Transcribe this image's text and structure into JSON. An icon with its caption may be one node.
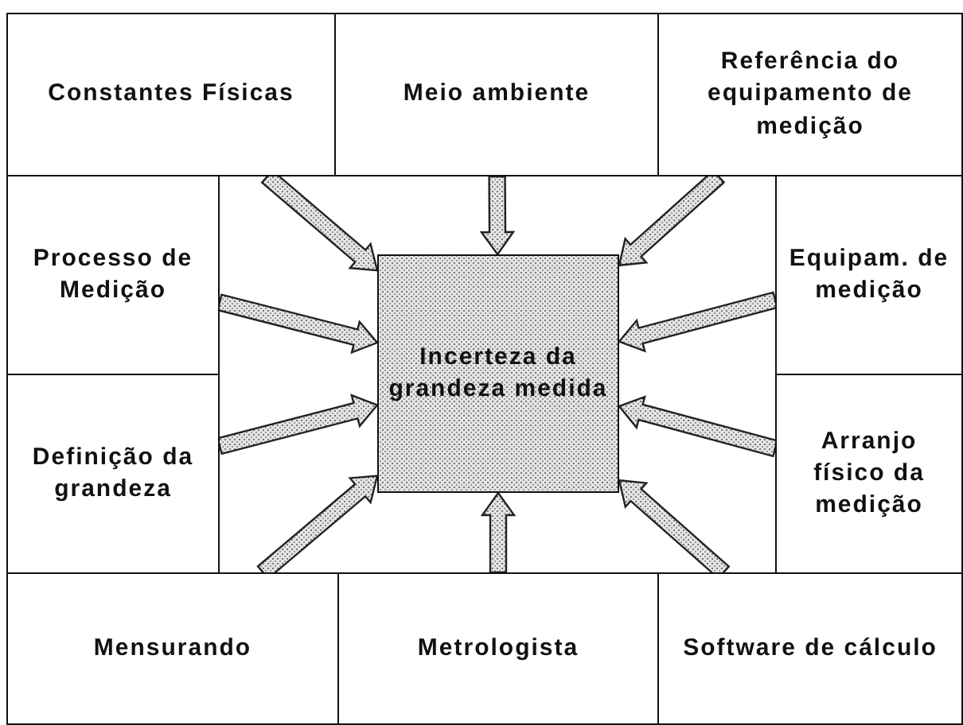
{
  "diagram": {
    "nodes": [
      {
        "text": [
          "Constantes Físicas"
        ]
      },
      {
        "text": [
          "Meio ambiente"
        ]
      },
      {
        "text": [
          "Referência do equipamento de medição"
        ]
      },
      {
        "text": [
          "Processo de Medição"
        ]
      },
      {
        "text": [
          "Incerteza da grandeza medida"
        ]
      },
      {
        "text": [
          "Equipam. de medição"
        ]
      },
      {
        "text": [
          "Definição da grandeza"
        ]
      },
      {
        "text": [
          "Arranjo físico da medição"
        ]
      },
      {
        "text": [
          "Mensurando"
        ]
      },
      {
        "text": [
          "Metrologista"
        ]
      },
      {
        "text": [
          "Software de cálculo"
        ]
      }
    ],
    "edges": [
      {
        "from": 0,
        "to": 4,
        "arrow": "to"
      },
      {
        "from": 1,
        "to": 4,
        "arrow": "to"
      },
      {
        "from": 2,
        "to": 4,
        "arrow": "to"
      },
      {
        "from": 3,
        "to": 4,
        "arrow": "to"
      },
      {
        "from": 5,
        "to": 4,
        "arrow": "to"
      },
      {
        "from": 6,
        "to": 4,
        "arrow": "to"
      },
      {
        "from": 7,
        "to": 4,
        "arrow": "to"
      },
      {
        "from": 8,
        "to": 4,
        "arrow": "to"
      },
      {
        "from": 9,
        "to": 4,
        "arrow": "to"
      },
      {
        "from": 10,
        "to": 4,
        "arrow": "to"
      }
    ]
  }
}
